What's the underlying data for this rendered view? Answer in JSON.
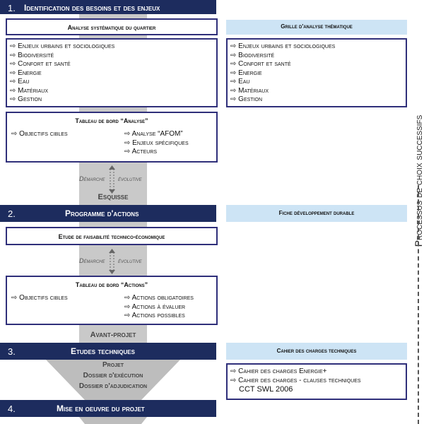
{
  "step1": {
    "number": "1.",
    "title": "Identification des besoins et des enjeux"
  },
  "analyse_box": {
    "title": "Analyse systématique du quartier"
  },
  "grille": {
    "title": "Grille d'analyse thématique"
  },
  "themes": [
    "Enjeux urbains et sociologiques",
    "Biodiversité",
    "Confort et santé",
    "Energie",
    "Eau",
    "Matériaux",
    "Gestion"
  ],
  "tableau_analyse": {
    "title": "Tableau de bord “Analyse”",
    "left": "Objectifs cibles",
    "right": [
      "Analyse “AFOM”",
      "Enjeux spécifiques",
      "Acteurs"
    ]
  },
  "demarche1": {
    "left": "Démarche",
    "right": "évolutive"
  },
  "esquisse": "Esquisse",
  "step2": {
    "number": "2.",
    "title": "Programme d'actions"
  },
  "fiche": "Fiche développement durable",
  "etude_box": {
    "title": "Etude de faisabilité technico-économique"
  },
  "demarche2": {
    "left": "Démarche",
    "right": "évolutive"
  },
  "tableau_actions": {
    "title": "Tableau de bord “Actions”",
    "left": "Objectifs cibles",
    "right": [
      "Actions obligatoires",
      "Actions à évaluer",
      "Actions possibles"
    ]
  },
  "avant_projet": "Avant-projet",
  "step3": {
    "number": "3.",
    "title": "Etudes techniques"
  },
  "cahier": {
    "title": "Cahier des charges techniques"
  },
  "cahier_list": [
    "Cahier des charges Energie+",
    "Cahier des charges - clauses techniques"
  ],
  "cahier_extra": "CCT SWL 2006",
  "funnel": [
    "Projet",
    "Dossier d'exécution",
    "Dossier d'adjudication"
  ],
  "step4": {
    "number": "4.",
    "title": "Mise en oeuvre du projet"
  },
  "side_label": "Processus de choix successifs",
  "colors": {
    "navy": "#1d2c5e",
    "light_blue": "#cde4f5",
    "grey": "#c9c9c9",
    "box_border": "#2f2f7a"
  }
}
